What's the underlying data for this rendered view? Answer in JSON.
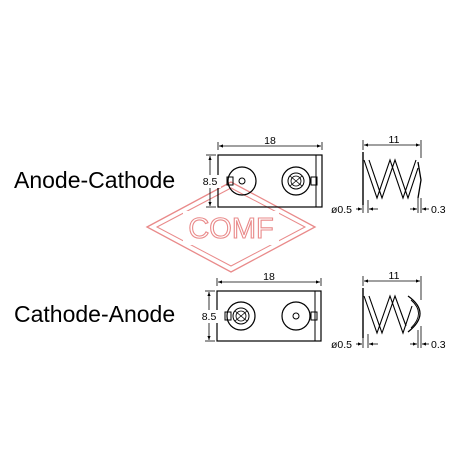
{
  "watermark": {
    "text": "COMF",
    "color": "#e98a8a"
  },
  "rows": [
    {
      "label": "Anode-Cathode",
      "holder": {
        "length": "18",
        "height": "8.5",
        "left_contact": "button",
        "right_contact": "spring"
      },
      "spring": {
        "length": "11",
        "wire": "ø0.5",
        "plate": "0.3",
        "cap": "flat"
      }
    },
    {
      "label": "Cathode-Anode",
      "holder": {
        "length": "18",
        "height": "8.5",
        "left_contact": "spring",
        "right_contact": "button"
      },
      "spring": {
        "length": "11",
        "wire": "ø0.5",
        "plate": "0.3",
        "cap": "dome"
      }
    }
  ]
}
